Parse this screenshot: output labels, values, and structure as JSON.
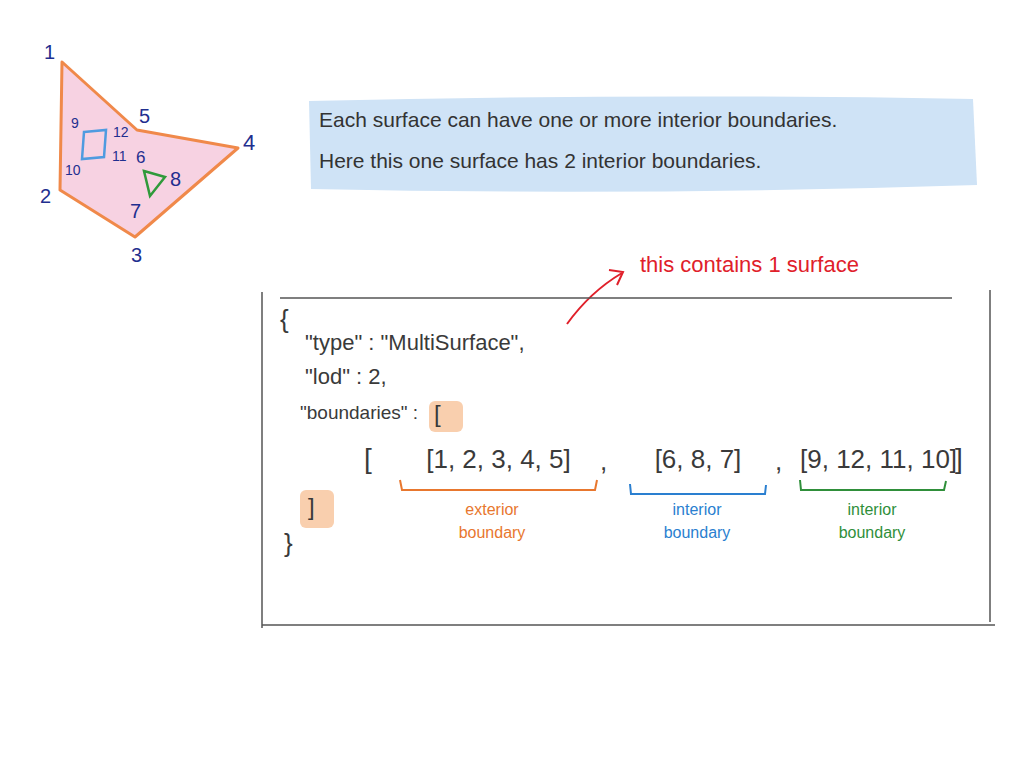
{
  "diagram": {
    "nodes": [
      {
        "text": [
          "Each surface can have one or more interior boundaries.",
          "Here this one surface has 2 interior boundaries."
        ]
      },
      {
        "text": [
          "{",
          "\"type\" : \"MultiSurface\",",
          "\"lod\" : 2,",
          "\"boundaries\" :",
          "[",
          "[",
          "[1, 2, 3, 4, 5]",
          ",",
          "[6, 8, 7]",
          ",",
          "[9, 12, 11, 10]",
          "]",
          "exterior boundary",
          "interior boundary",
          "interior boundary",
          "]",
          "}"
        ]
      }
    ],
    "labels": [
      "1",
      "2",
      "3",
      "4",
      "5",
      "6",
      "7",
      "8",
      "9",
      "10",
      "11",
      "12",
      "this contains 1 surface"
    ]
  }
}
